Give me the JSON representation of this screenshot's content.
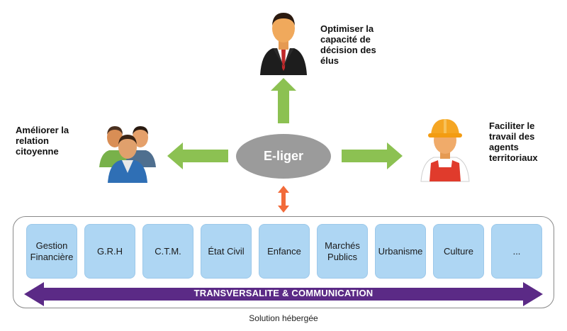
{
  "center_node": {
    "label": "E-liger"
  },
  "goals": {
    "top": "Optimiser la\ncapacité de\ndécision des\nélus",
    "left": "Améliorer la\nrelation\ncitoyenne",
    "right": "Faciliter le\ntravail des\nagents\nterritoriaux"
  },
  "modules": [
    {
      "label": "Gestion\nFinancière"
    },
    {
      "label": "G.R.H"
    },
    {
      "label": "C.T.M."
    },
    {
      "label": "État Civil"
    },
    {
      "label": "Enfance"
    },
    {
      "label": "Marchés\nPublics"
    },
    {
      "label": "Urbanisme"
    },
    {
      "label": "Culture"
    },
    {
      "label": "..."
    }
  ],
  "band": {
    "label": "TRANSVERSALITE & COMMUNICATION"
  },
  "footer": {
    "label": "Solution hébergée"
  },
  "colors": {
    "green_arrow": "#8cc152",
    "orange_arrow": "#f26b3a",
    "band": "#5b2a86",
    "module_fill": "#aed6f3",
    "center_node": "#9b9b9b"
  },
  "icons": {
    "top": "businessman-icon",
    "left": "citizens-group-icon",
    "right": "construction-worker-icon"
  }
}
